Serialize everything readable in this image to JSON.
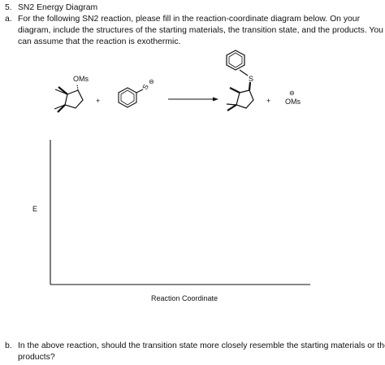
{
  "question": {
    "number": "5.",
    "title": "SN2 Energy Diagram",
    "part_a_label": "a.",
    "part_a_line1": "For the following SN2 reaction, please fill in the reaction-coordinate diagram below. On your",
    "part_a_line2": "diagram, include the structures of the starting materials, the transition state, and the products. You",
    "part_a_line3": "can assume that the reaction is exothermic.",
    "part_b_label": "b.",
    "part_b_line1": "In the above reaction, should the transition state more closely resemble the starting materials or the",
    "part_b_line2": "products?"
  },
  "reaction": {
    "leaving_group_label": "OMs",
    "plus_1": "+",
    "nucleophile_atom": "S",
    "charge_symbol": "⊖",
    "product_atom": "S",
    "plus_2": "+",
    "mesylate_label": "OMs"
  },
  "diagram": {
    "y_axis_label": "E",
    "x_axis_label": "Reaction Coordinate"
  }
}
